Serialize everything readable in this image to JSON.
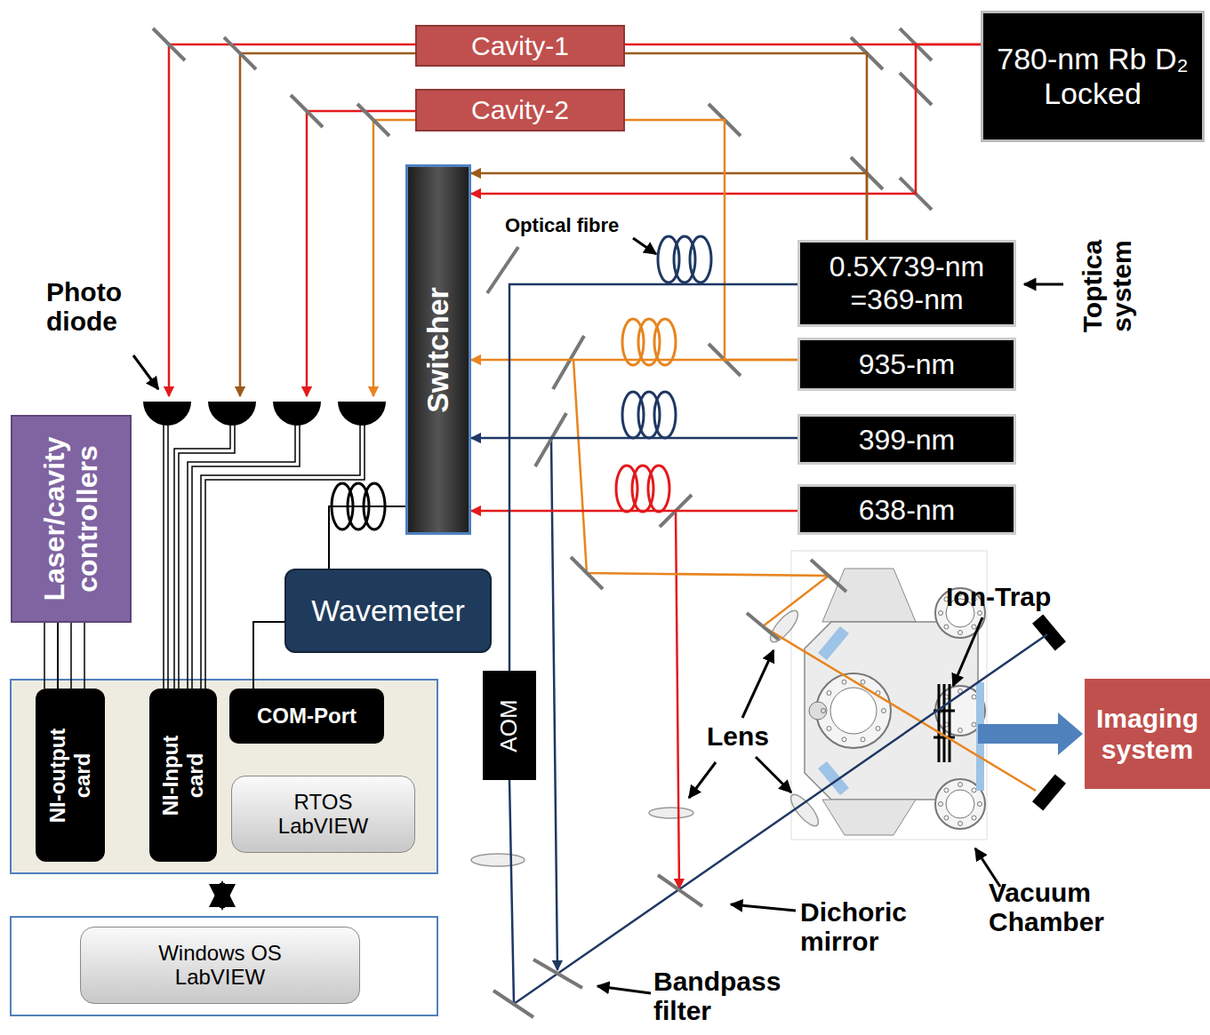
{
  "diagram": {
    "nodes": [
      {
        "text": [
          "780-nm Rb D₂ Locked"
        ]
      },
      {
        "text": [
          "Cavity-1"
        ]
      },
      {
        "text": [
          "Cavity-2"
        ]
      },
      {
        "text": [
          "Switcher"
        ]
      },
      {
        "text": [
          "0.5X739-nm =369-nm"
        ]
      },
      {
        "text": [
          "935-nm"
        ]
      },
      {
        "text": [
          "399-nm"
        ]
      },
      {
        "text": [
          "638-nm"
        ]
      },
      {
        "text": [
          "Laser/cavity controllers"
        ]
      },
      {
        "text": [
          "Wavemeter"
        ]
      },
      {
        "text": [
          "NI-output card"
        ]
      },
      {
        "text": [
          "NI-Input card"
        ]
      },
      {
        "text": [
          "COM-Port"
        ]
      },
      {
        "text": [
          "RTOS LabVIEW"
        ]
      },
      {
        "text": [
          "Windows OS LabVIEW"
        ]
      },
      {
        "text": [
          "AOM"
        ]
      },
      {
        "text": [
          "Imaging system"
        ]
      }
    ],
    "edges": [
      {
        "from": 0,
        "to": 1,
        "arrow": "none"
      },
      {
        "from": 0,
        "to": 3,
        "arrow": "to"
      },
      {
        "from": 4,
        "to": 1,
        "arrow": "none"
      },
      {
        "from": 4,
        "to": 3,
        "arrow": "to"
      },
      {
        "from": 5,
        "to": 2,
        "arrow": "none"
      },
      {
        "from": 5,
        "to": 3,
        "arrow": "to"
      },
      {
        "from": 6,
        "to": 3,
        "arrow": "to"
      },
      {
        "from": 7,
        "to": 3,
        "arrow": "to"
      },
      {
        "from": 4,
        "to": 15,
        "arrow": "none"
      },
      {
        "from": 3,
        "to": 9,
        "arrow": "none"
      },
      {
        "from": 9,
        "to": 12,
        "arrow": "none"
      },
      {
        "from": 8,
        "to": 10,
        "arrow": "none"
      }
    ],
    "labels": [
      "Photo diode",
      "Optical fibre",
      "Toptica system",
      "Lens",
      "Ion-Trap",
      "Dichoric mirror",
      "Bandpass filter",
      "Vacuum Chamber"
    ]
  }
}
